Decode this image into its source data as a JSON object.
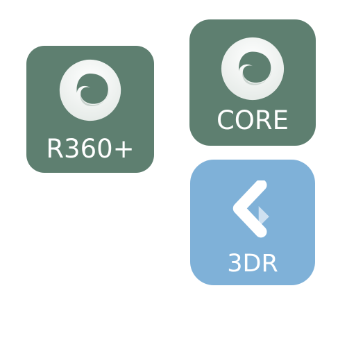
{
  "colors": {
    "green_tile": "#5e7f70",
    "blue_tile": "#7fb1d8",
    "glyph_white": "#ffffff",
    "glyph_shadow": "#d4dcd8",
    "chevron_light": "#cfe1f1",
    "label_text": "#ffffff"
  },
  "icons": [
    {
      "label": "R360+",
      "glyph": "ring-swirl-icon",
      "tile_color": "#5e7f70"
    },
    {
      "label": "CORE",
      "glyph": "ring-swirl-icon",
      "tile_color": "#5e7f70"
    },
    {
      "label": "3DR",
      "glyph": "chevron-left-icon",
      "tile_color": "#7fb1d8"
    }
  ]
}
